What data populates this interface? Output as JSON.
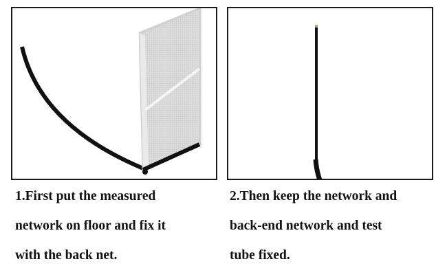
{
  "steps": [
    {
      "lines": [
        "1.First put the measured",
        "network on floor and fix it",
        "with the back net."
      ]
    },
    {
      "lines": [
        "2.Then keep the network and",
        "back-end network and test",
        "tube fixed."
      ]
    }
  ]
}
